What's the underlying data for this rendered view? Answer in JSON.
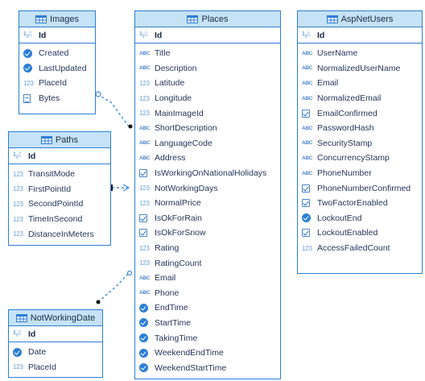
{
  "colors": {
    "border": "#2c7ed6",
    "header_bg": "#c6e2f7",
    "connector": "#3d8be0"
  },
  "type_icons": {
    "key": "key-icon",
    "text": "text-type-icon",
    "number": "number-type-icon",
    "bool": "checkbox-icon",
    "date": "clock-icon",
    "bytes": "binary-icon"
  },
  "entities": {
    "images": {
      "title": "Images",
      "pk": "Id",
      "columns": [
        {
          "name": "Created",
          "type": "date"
        },
        {
          "name": "LastUpdated",
          "type": "date"
        },
        {
          "name": "PlaceId",
          "type": "number"
        },
        {
          "name": "Bytes",
          "type": "bytes"
        }
      ]
    },
    "paths": {
      "title": "Paths",
      "pk": "Id",
      "columns": [
        {
          "name": "TransitMode",
          "type": "number"
        },
        {
          "name": "FirstPointId",
          "type": "number"
        },
        {
          "name": "SecondPointId",
          "type": "number"
        },
        {
          "name": "TimeInSecond",
          "type": "number"
        },
        {
          "name": "DistanceInMeters",
          "type": "number"
        }
      ]
    },
    "not_working_date": {
      "title": "NotWorkingDate",
      "pk": "Id",
      "columns": [
        {
          "name": "Date",
          "type": "date"
        },
        {
          "name": "PlaceId",
          "type": "number"
        }
      ]
    },
    "places": {
      "title": "Places",
      "pk": "Id",
      "columns": [
        {
          "name": "Title",
          "type": "text"
        },
        {
          "name": "Description",
          "type": "text"
        },
        {
          "name": "Latitude",
          "type": "number"
        },
        {
          "name": "Longitude",
          "type": "number"
        },
        {
          "name": "MainImageId",
          "type": "number"
        },
        {
          "name": "ShortDescription",
          "type": "text"
        },
        {
          "name": "LanguageCode",
          "type": "text"
        },
        {
          "name": "Address",
          "type": "text"
        },
        {
          "name": "IsWorkingOnNationalHolidays",
          "type": "bool"
        },
        {
          "name": "NotWorkingDays",
          "type": "number"
        },
        {
          "name": "NormalPrice",
          "type": "number"
        },
        {
          "name": "IsOkForRain",
          "type": "bool"
        },
        {
          "name": "IsOkForSnow",
          "type": "bool"
        },
        {
          "name": "Rating",
          "type": "number"
        },
        {
          "name": "RatingCount",
          "type": "number"
        },
        {
          "name": "Email",
          "type": "text"
        },
        {
          "name": "Phone",
          "type": "text"
        },
        {
          "name": "EndTime",
          "type": "date"
        },
        {
          "name": "StartTime",
          "type": "date"
        },
        {
          "name": "TakingTime",
          "type": "date"
        },
        {
          "name": "WeekendEndTime",
          "type": "date"
        },
        {
          "name": "WeekendStartTime",
          "type": "date"
        }
      ]
    },
    "asp_net_users": {
      "title": "AspNetUsers",
      "pk": "Id",
      "columns": [
        {
          "name": "UserName",
          "type": "text"
        },
        {
          "name": "NormalizedUserName",
          "type": "text"
        },
        {
          "name": "Email",
          "type": "text"
        },
        {
          "name": "NormalizedEmail",
          "type": "text"
        },
        {
          "name": "EmailConfirmed",
          "type": "bool"
        },
        {
          "name": "PasswordHash",
          "type": "text"
        },
        {
          "name": "SecurityStamp",
          "type": "text"
        },
        {
          "name": "ConcurrencyStamp",
          "type": "text"
        },
        {
          "name": "PhoneNumber",
          "type": "text"
        },
        {
          "name": "PhoneNumberConfirmed",
          "type": "bool"
        },
        {
          "name": "TwoFactorEnabled",
          "type": "bool"
        },
        {
          "name": "LockoutEnd",
          "type": "date"
        },
        {
          "name": "LockoutEnabled",
          "type": "bool"
        },
        {
          "name": "AccessFailedCount",
          "type": "number"
        }
      ]
    }
  }
}
